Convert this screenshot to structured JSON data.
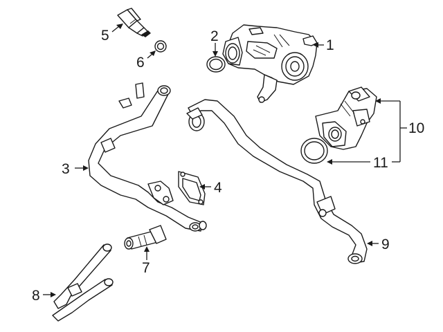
{
  "callouts": [
    "1",
    "2",
    "3",
    "4",
    "5",
    "6",
    "7",
    "8",
    "9",
    "10",
    "11"
  ],
  "colors": {
    "line": "#1a1a1a",
    "shade": "#d9d9d9",
    "background": "#ffffff"
  }
}
